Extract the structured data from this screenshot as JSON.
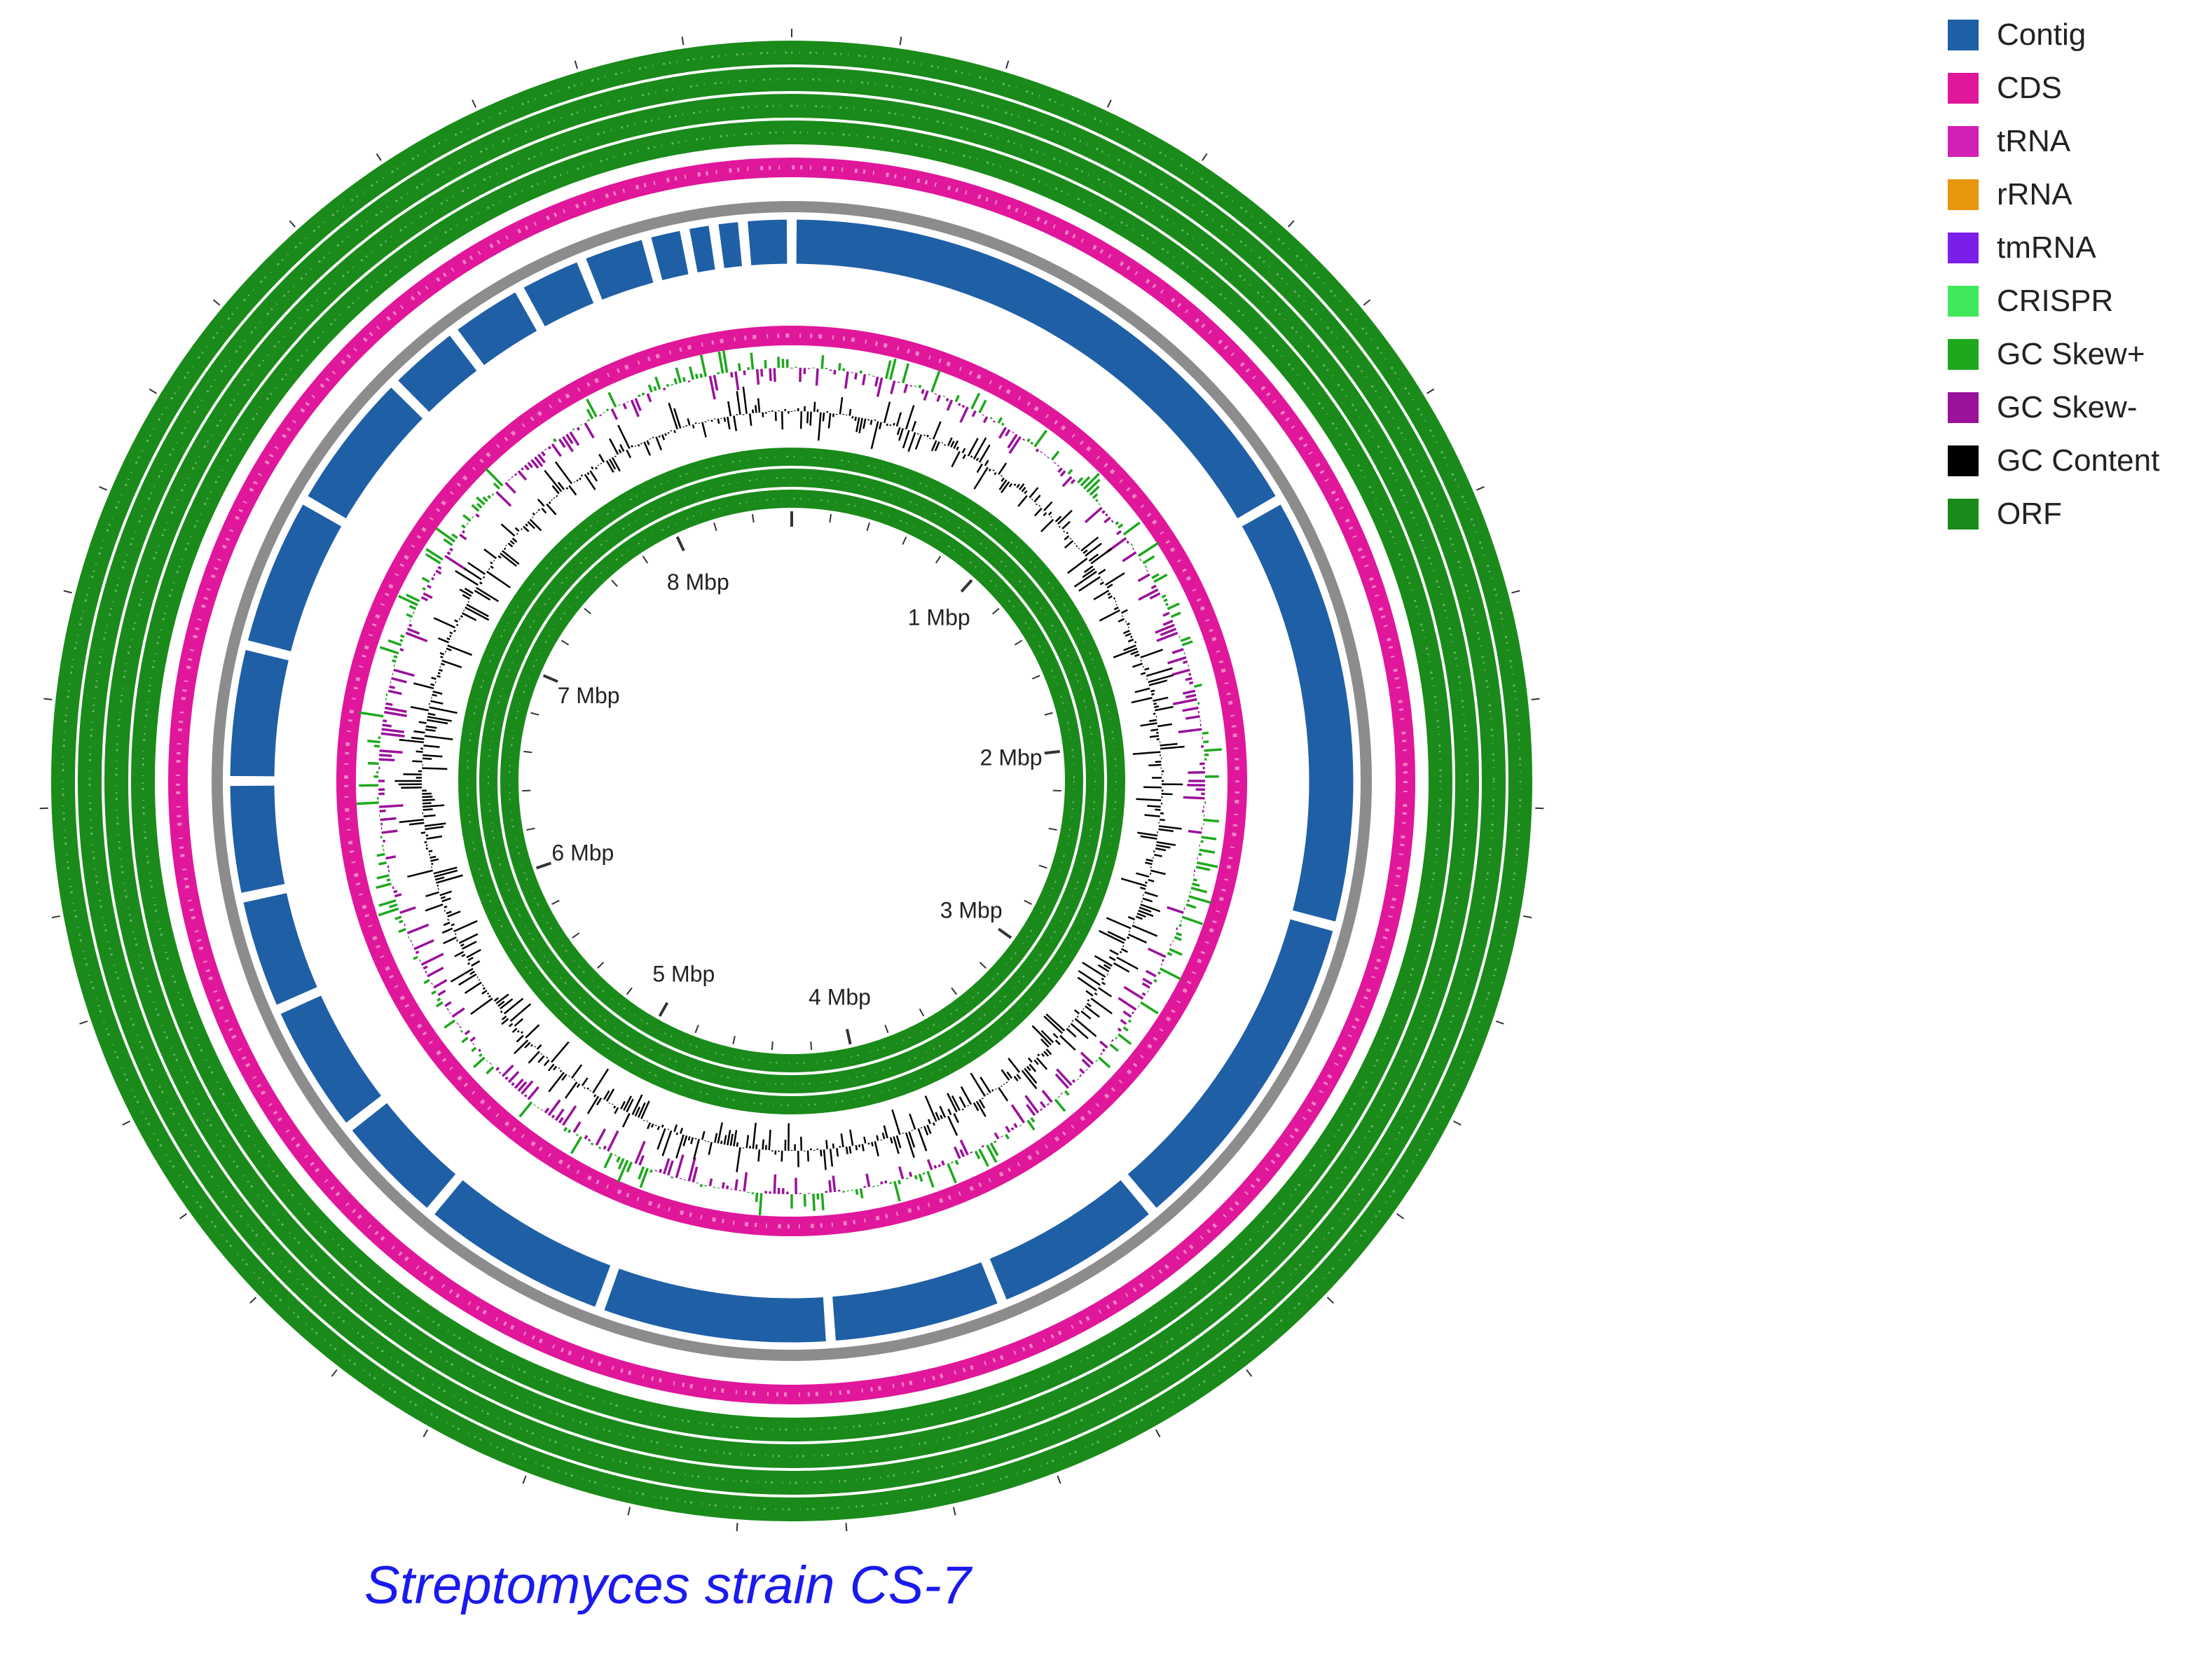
{
  "legend": [
    {
      "label": "Contig",
      "color": "#1f5fa6"
    },
    {
      "label": "CDS",
      "color": "#e0179a"
    },
    {
      "label": "tRNA",
      "color": "#d21fb4"
    },
    {
      "label": "rRNA",
      "color": "#e8960e"
    },
    {
      "label": "tmRNA",
      "color": "#7a1fe8"
    },
    {
      "label": "CRISPR",
      "color": "#3fe85a"
    },
    {
      "label": "GC Skew+",
      "color": "#1ea81e"
    },
    {
      "label": "GC Skew-",
      "color": "#9a129a"
    },
    {
      "label": "GC Content",
      "color": "#000000"
    },
    {
      "label": "ORF",
      "color": "#1a8a1a"
    }
  ],
  "genome": {
    "total_mbp": 8.6,
    "tick_labels": [
      "1 Mbp",
      "2 Mbp",
      "3 Mbp",
      "4 Mbp",
      "5 Mbp",
      "6 Mbp",
      "7 Mbp",
      "8 Mbp"
    ],
    "ring_colors": {
      "orf": "#1a8a1a",
      "cds": "#e0179a",
      "backbone": "#8c8c8c",
      "contig": "#1f5fa6",
      "gc_skew_pos": "#1ea81e",
      "gc_skew_neg": "#9a129a",
      "gc_content": "#000000"
    }
  },
  "caption": "Streptomyces strain CS-7"
}
